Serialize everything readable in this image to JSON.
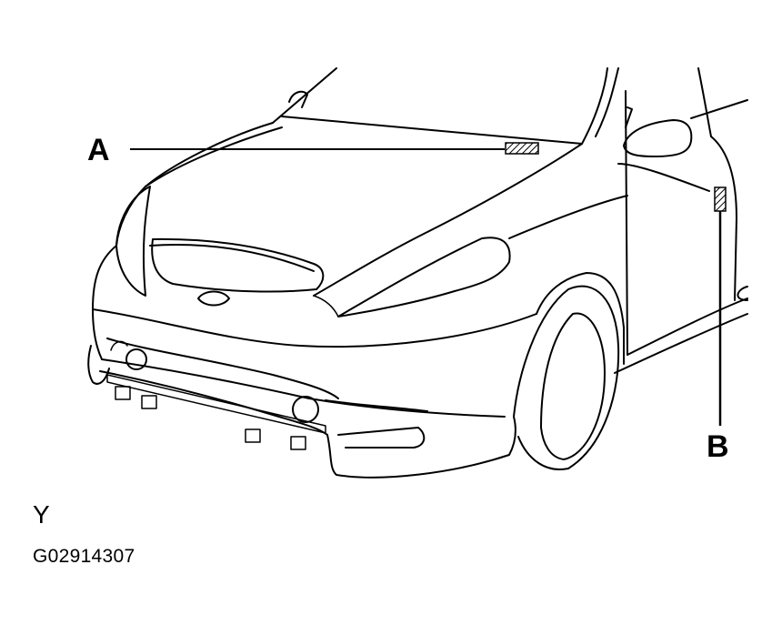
{
  "callouts": {
    "a": {
      "label": "A"
    },
    "b": {
      "label": "B"
    }
  },
  "caption": {
    "view_letter": "Y",
    "figure_id": "G02914307"
  },
  "colors": {
    "line": "#000000",
    "background": "#ffffff"
  }
}
